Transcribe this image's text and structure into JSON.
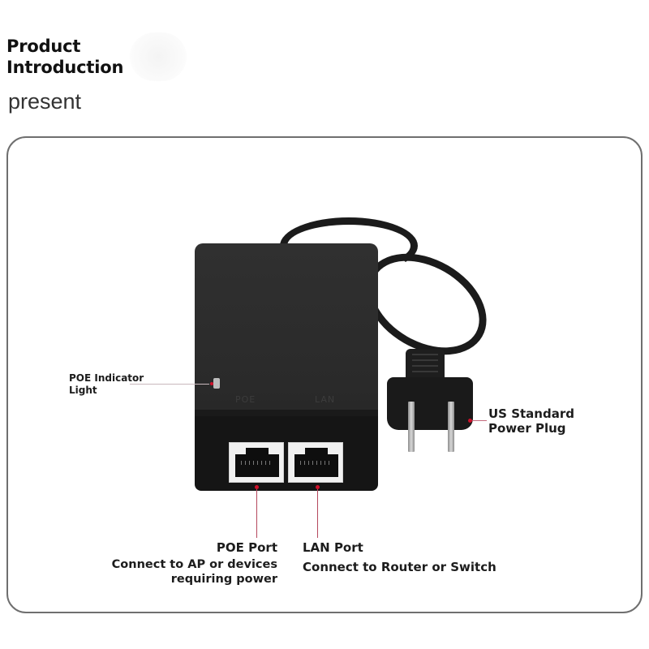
{
  "header": {
    "title_line1": "Product",
    "title_line2": "Introduction",
    "subtitle": "present"
  },
  "device": {
    "embossed_left": "POE",
    "embossed_right": "LAN"
  },
  "callouts": {
    "indicator": {
      "line1": "POE Indicator",
      "line2": "Light"
    },
    "plug": {
      "line1": "US Standard",
      "line2": "Power Plug"
    },
    "poe_port": {
      "title": "POE Port",
      "desc_line1": "Connect to AP or devices",
      "desc_line2": "requiring power"
    },
    "lan_port": {
      "title": "LAN Port",
      "desc": "Connect to Router or Switch"
    }
  },
  "colors": {
    "accent_dot": "#d0102a",
    "frame_border": "#6f6f6f",
    "device": "#2c2c2c"
  }
}
